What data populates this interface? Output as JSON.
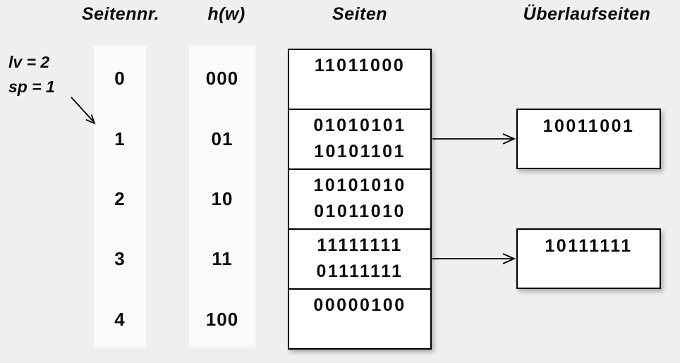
{
  "headers": {
    "page_no": "Seitennr.",
    "hash_fn": "h(w)",
    "pages": "Seiten",
    "overflow": "Überlaufseiten"
  },
  "state": {
    "level": "lv = 2",
    "split_pointer": "sp = 1"
  },
  "rows": [
    {
      "no": "0",
      "h": "000",
      "entries": [
        "11011000"
      ]
    },
    {
      "no": "1",
      "h": "01",
      "entries": [
        "01010101",
        "10101101"
      ],
      "overflow": "10011001"
    },
    {
      "no": "2",
      "h": "10",
      "entries": [
        "10101010",
        "01011010"
      ]
    },
    {
      "no": "3",
      "h": "11",
      "entries": [
        "11111111",
        "01111111"
      ],
      "overflow": "10111111"
    },
    {
      "no": "4",
      "h": "100",
      "entries": [
        "00000100"
      ]
    }
  ],
  "icons": {
    "split_pointer_arrow": "arrow-down-right",
    "overflow_links": "arrow-right"
  },
  "colors": {
    "background": "#efefef",
    "strip": "#fbfafb",
    "box_fill": "#ffffff",
    "line": "#000000"
  }
}
